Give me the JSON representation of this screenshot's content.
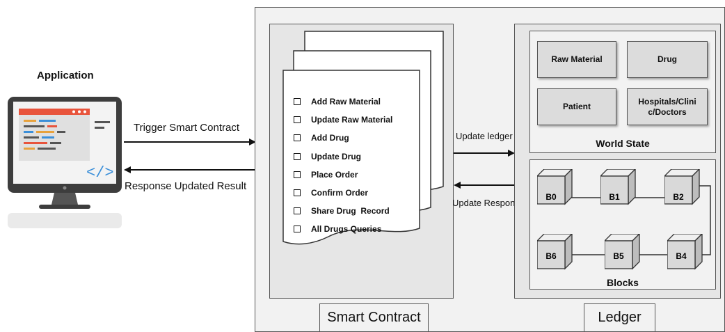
{
  "application": {
    "title": "Application"
  },
  "arrows": {
    "trigger": "Trigger Smart Contract",
    "response": "Response Updated Result",
    "update_ledger": "Update ledger",
    "update_response": "Update Response"
  },
  "smart_contract": {
    "label": "Smart Contract",
    "functions": [
      "Add Raw Material",
      "Update Raw Material",
      "Add Drug",
      "Update Drug",
      "Place Order",
      "Confirm Order",
      "Share Drug  Record",
      "All Drugs Queries"
    ]
  },
  "ledger": {
    "label": "Ledger",
    "world_state": {
      "title": "World State",
      "items": [
        "Raw Material",
        "Drug",
        "Patient",
        "Hospitals/Clinic/Doctors"
      ]
    },
    "blocks": {
      "title": "Blocks",
      "items": [
        "B0",
        "B1",
        "B2",
        "B6",
        "B5",
        "B4"
      ]
    }
  },
  "colors": {
    "monitor_frame": "#3d3d3d",
    "screen_bg": "#f3f3f3",
    "window_header": "#e8543c",
    "code_icon": "#3b8fd9"
  }
}
